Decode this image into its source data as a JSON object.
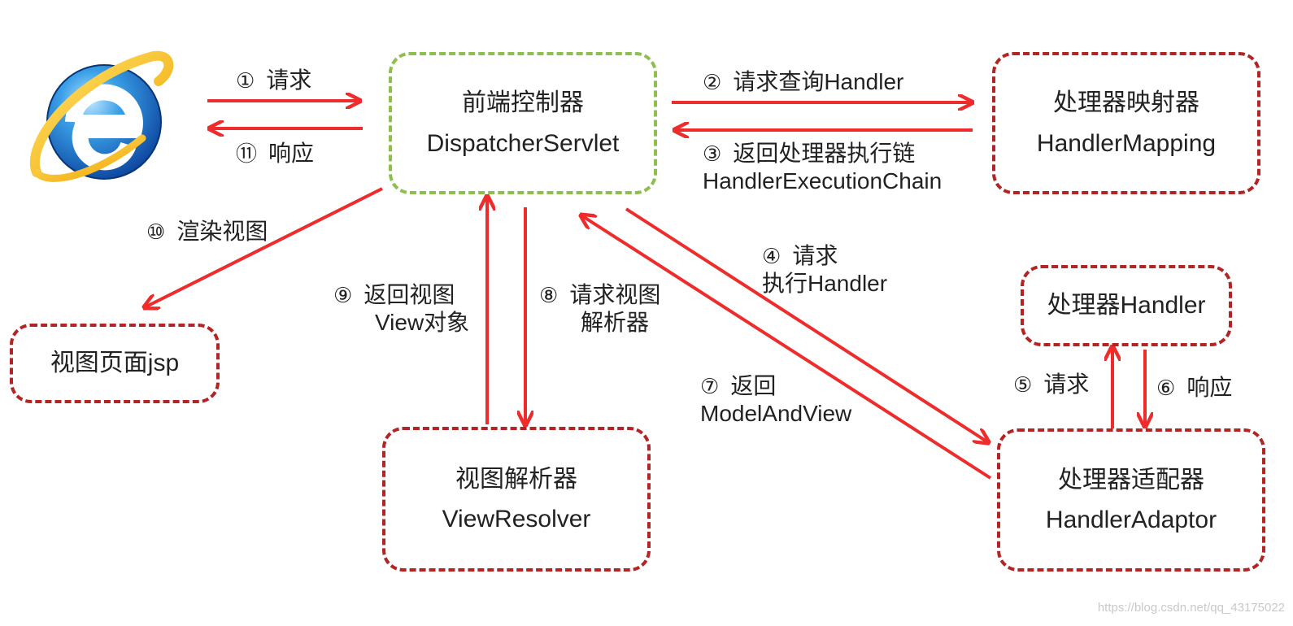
{
  "colors": {
    "arrow": "#ee2c2c",
    "box_border": "#b32424",
    "dispatcher_border": "#8cc04b"
  },
  "icons": {
    "browser": "internet-explorer-logo"
  },
  "nodes": {
    "dispatcher": {
      "line1": "前端控制器",
      "line2": "DispatcherServlet"
    },
    "handler_mapping": {
      "line1": "处理器映射器",
      "line2": "HandlerMapping"
    },
    "handler": {
      "line1": "处理器Handler"
    },
    "handler_adaptor": {
      "line1": "处理器适配器",
      "line2": "HandlerAdaptor"
    },
    "view_resolver": {
      "line1": "视图解析器",
      "line2": "ViewResolver"
    },
    "view_page": {
      "line1": "视图页面jsp"
    }
  },
  "edges": {
    "e1": {
      "num": "①",
      "text": "请求"
    },
    "e2": {
      "num": "②",
      "text": "请求查询Handler"
    },
    "e3": {
      "num": "③",
      "text": "返回处理器执行链",
      "text2": "HandlerExecutionChain"
    },
    "e4": {
      "num": "④",
      "text": "请求",
      "text2": "执行Handler"
    },
    "e5": {
      "num": "⑤",
      "text": "请求"
    },
    "e6": {
      "num": "⑥",
      "text": "响应"
    },
    "e7": {
      "num": "⑦",
      "text": "返回",
      "text2": "ModelAndView"
    },
    "e8": {
      "num": "⑧",
      "text": "请求视图",
      "text2": "解析器"
    },
    "e9": {
      "num": "⑨",
      "text": "返回视图",
      "text2": "View对象"
    },
    "e10": {
      "num": "⑩",
      "text": "渲染视图"
    },
    "e11": {
      "num": "⑪",
      "text": "响应"
    }
  },
  "watermark": "https://blog.csdn.net/qq_43175022"
}
